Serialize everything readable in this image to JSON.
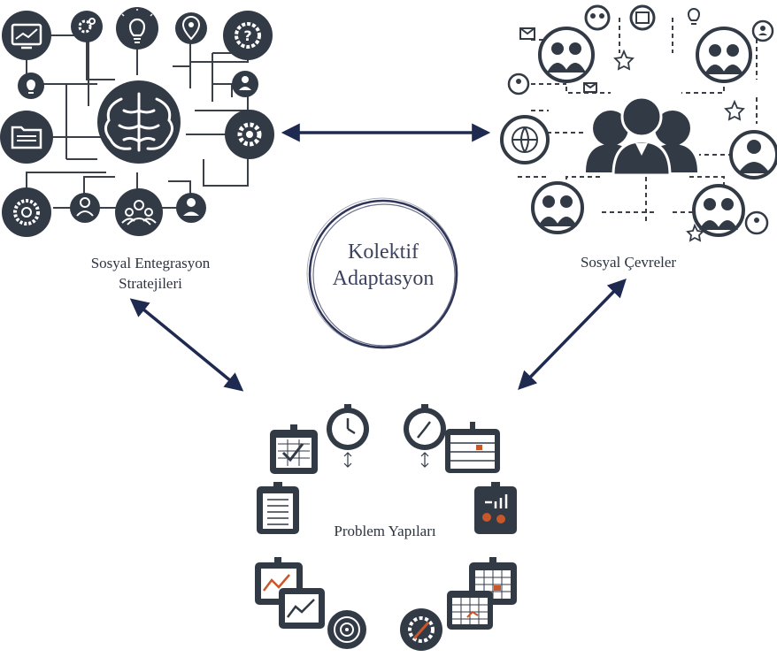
{
  "center": {
    "line1": "Kolektif",
    "line2": "Adaptasyon"
  },
  "nodes": {
    "left": {
      "line1": "Sosyal Entegrasyon",
      "line2": "Stratejileri"
    },
    "right": {
      "label": "Sosyal Çevreler"
    },
    "bottom": {
      "label": "Problem Yapıları"
    }
  },
  "colors": {
    "dark": "#323a46",
    "arrow": "#1e2a50",
    "line": "#3a3f48",
    "circle": "#2f3558",
    "accent": "#c8572a"
  },
  "icons": {
    "left_cluster": [
      "brain-icon",
      "chart-monitor-icon",
      "gear-icon",
      "lightbulb-icon",
      "location-pin-icon",
      "question-gear-icon",
      "folder-icon",
      "settings-cog-icon",
      "user-icon",
      "team-icon",
      "person-icon"
    ],
    "right_cluster": [
      "people-group-icon",
      "person-avatar-icon",
      "mail-icon",
      "lightbulb-icon",
      "globe-icon",
      "star-icon"
    ],
    "bottom_cluster": [
      "clipboard-check-icon",
      "stopwatch-icon",
      "schedule-board-icon",
      "checklist-icon",
      "analytics-board-icon",
      "chart-board-icon",
      "target-icon",
      "gear-wrench-icon",
      "calendar-icon"
    ]
  }
}
